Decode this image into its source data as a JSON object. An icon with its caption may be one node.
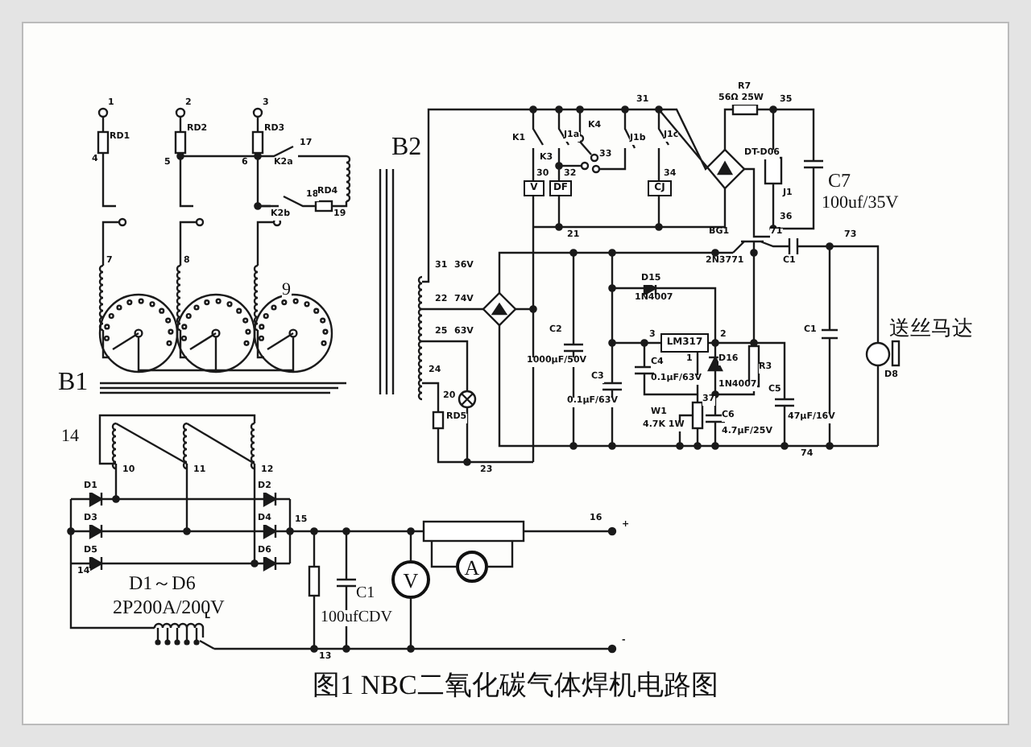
{
  "diagram": {
    "title": "图1 NBC二氧化碳气体焊机电路图",
    "nodes": [
      {
        "text": [
          "V"
        ]
      },
      {
        "text": [
          "DF"
        ]
      },
      {
        "text": [
          "CJ"
        ]
      },
      {
        "text": [
          "LM317"
        ]
      },
      {
        "text": [
          "V"
        ]
      },
      {
        "text": [
          "A"
        ]
      }
    ],
    "labels": [
      "1",
      "RD1",
      "4",
      "2",
      "RD2",
      "5",
      "3",
      "RD3",
      "6",
      "K2a",
      "17",
      "18",
      "RD4",
      "K2b",
      "19",
      "7",
      "8",
      "9",
      "B2",
      "B1",
      "31",
      "36V",
      "22",
      "74V",
      "25",
      "63V",
      "24",
      "20",
      "RD5",
      "23",
      "K1",
      "J1a",
      "K4",
      "K3",
      "33",
      "J1b",
      "J1c",
      "31",
      "30",
      "32",
      "34",
      "R7",
      "56Ω 25W",
      "DT-D06",
      "35",
      "J1",
      "C7",
      "100uf/35V",
      "21",
      "36",
      "71",
      "73",
      "C1",
      "C2",
      "1000μF/50V",
      "C3",
      "0.1μF/63V",
      "D15",
      "1N4007",
      "3",
      "2",
      "C4",
      "1",
      "0.1μF/63V",
      "D16",
      "1N4007",
      "R3",
      "BG1",
      "2N3771",
      "37",
      "W1",
      "4.7K 1W",
      "C5",
      "C6",
      "47μF/16V",
      "4.7μF/25V",
      "74",
      "C1",
      "D8",
      "送丝马达",
      "14",
      "10",
      "11",
      "12",
      "D1",
      "D2",
      "D3",
      "D4",
      "D5",
      "D6",
      "15",
      "14",
      "D1～D6",
      "2P200A/200V",
      "C1",
      "100ufCDV",
      "16",
      "+",
      "13",
      "L",
      "-"
    ]
  }
}
